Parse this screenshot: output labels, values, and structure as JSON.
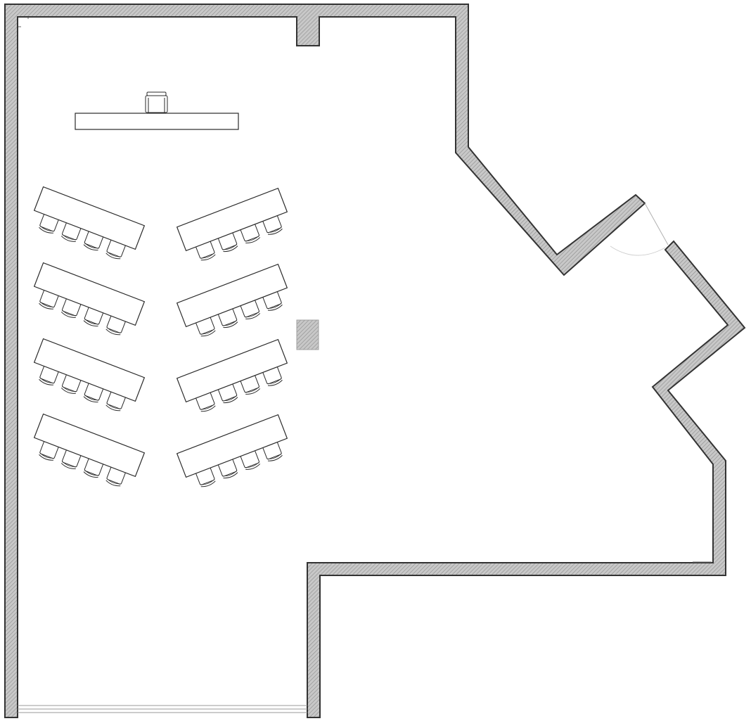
{
  "floor_plan": {
    "colors": {
      "wall_outline": "#333333",
      "wall_fill": "#c8c8c8",
      "wall_hatch": "#8c8c8c",
      "furniture_stroke": "#2a2a2a",
      "furniture_fill": "#ffffff",
      "column_fill": "#d0d0d0",
      "door_swing": "#b0b0b0",
      "window_line": "#9a9a9a"
    },
    "furniture": {
      "front_desk": {
        "type": "desk",
        "count": 1
      },
      "lectern_chair": {
        "type": "chair",
        "count": 1
      },
      "student_tables": {
        "type": "table",
        "count": 8,
        "chairs_per_table": 4
      }
    },
    "elements": [
      "exterior-walls",
      "door",
      "window",
      "column",
      "front-desk",
      "chair",
      "tables"
    ]
  }
}
